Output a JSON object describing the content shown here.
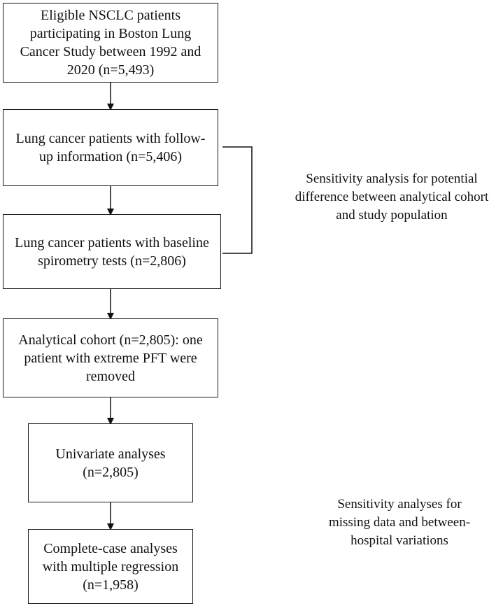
{
  "boxes": [
    {
      "id": "eligible",
      "text": "Eligible NSCLC patients participating in Boston Lung Cancer Study between 1992 and 2020 (n=5,493)"
    },
    {
      "id": "followup",
      "text": "Lung cancer patients with follow-up information (n=5,406)"
    },
    {
      "id": "spirometry",
      "text": "Lung cancer patients with baseline spirometry tests (n=2,806)"
    },
    {
      "id": "cohort",
      "text": "Analytical cohort (n=2,805): one patient with extreme PFT were removed"
    },
    {
      "id": "univariate",
      "text": "Univariate analyses (n=2,805)"
    },
    {
      "id": "complete",
      "text": "Complete-case analyses with multiple regression (n=1,958)"
    }
  ],
  "notes": [
    {
      "id": "sensitivity-cohort",
      "text": "Sensitivity analysis for potential difference between analytical cohort and study population"
    },
    {
      "id": "sensitivity-missing",
      "text": "Sensitivity analyses for missing data and between-hospital variations"
    }
  ]
}
